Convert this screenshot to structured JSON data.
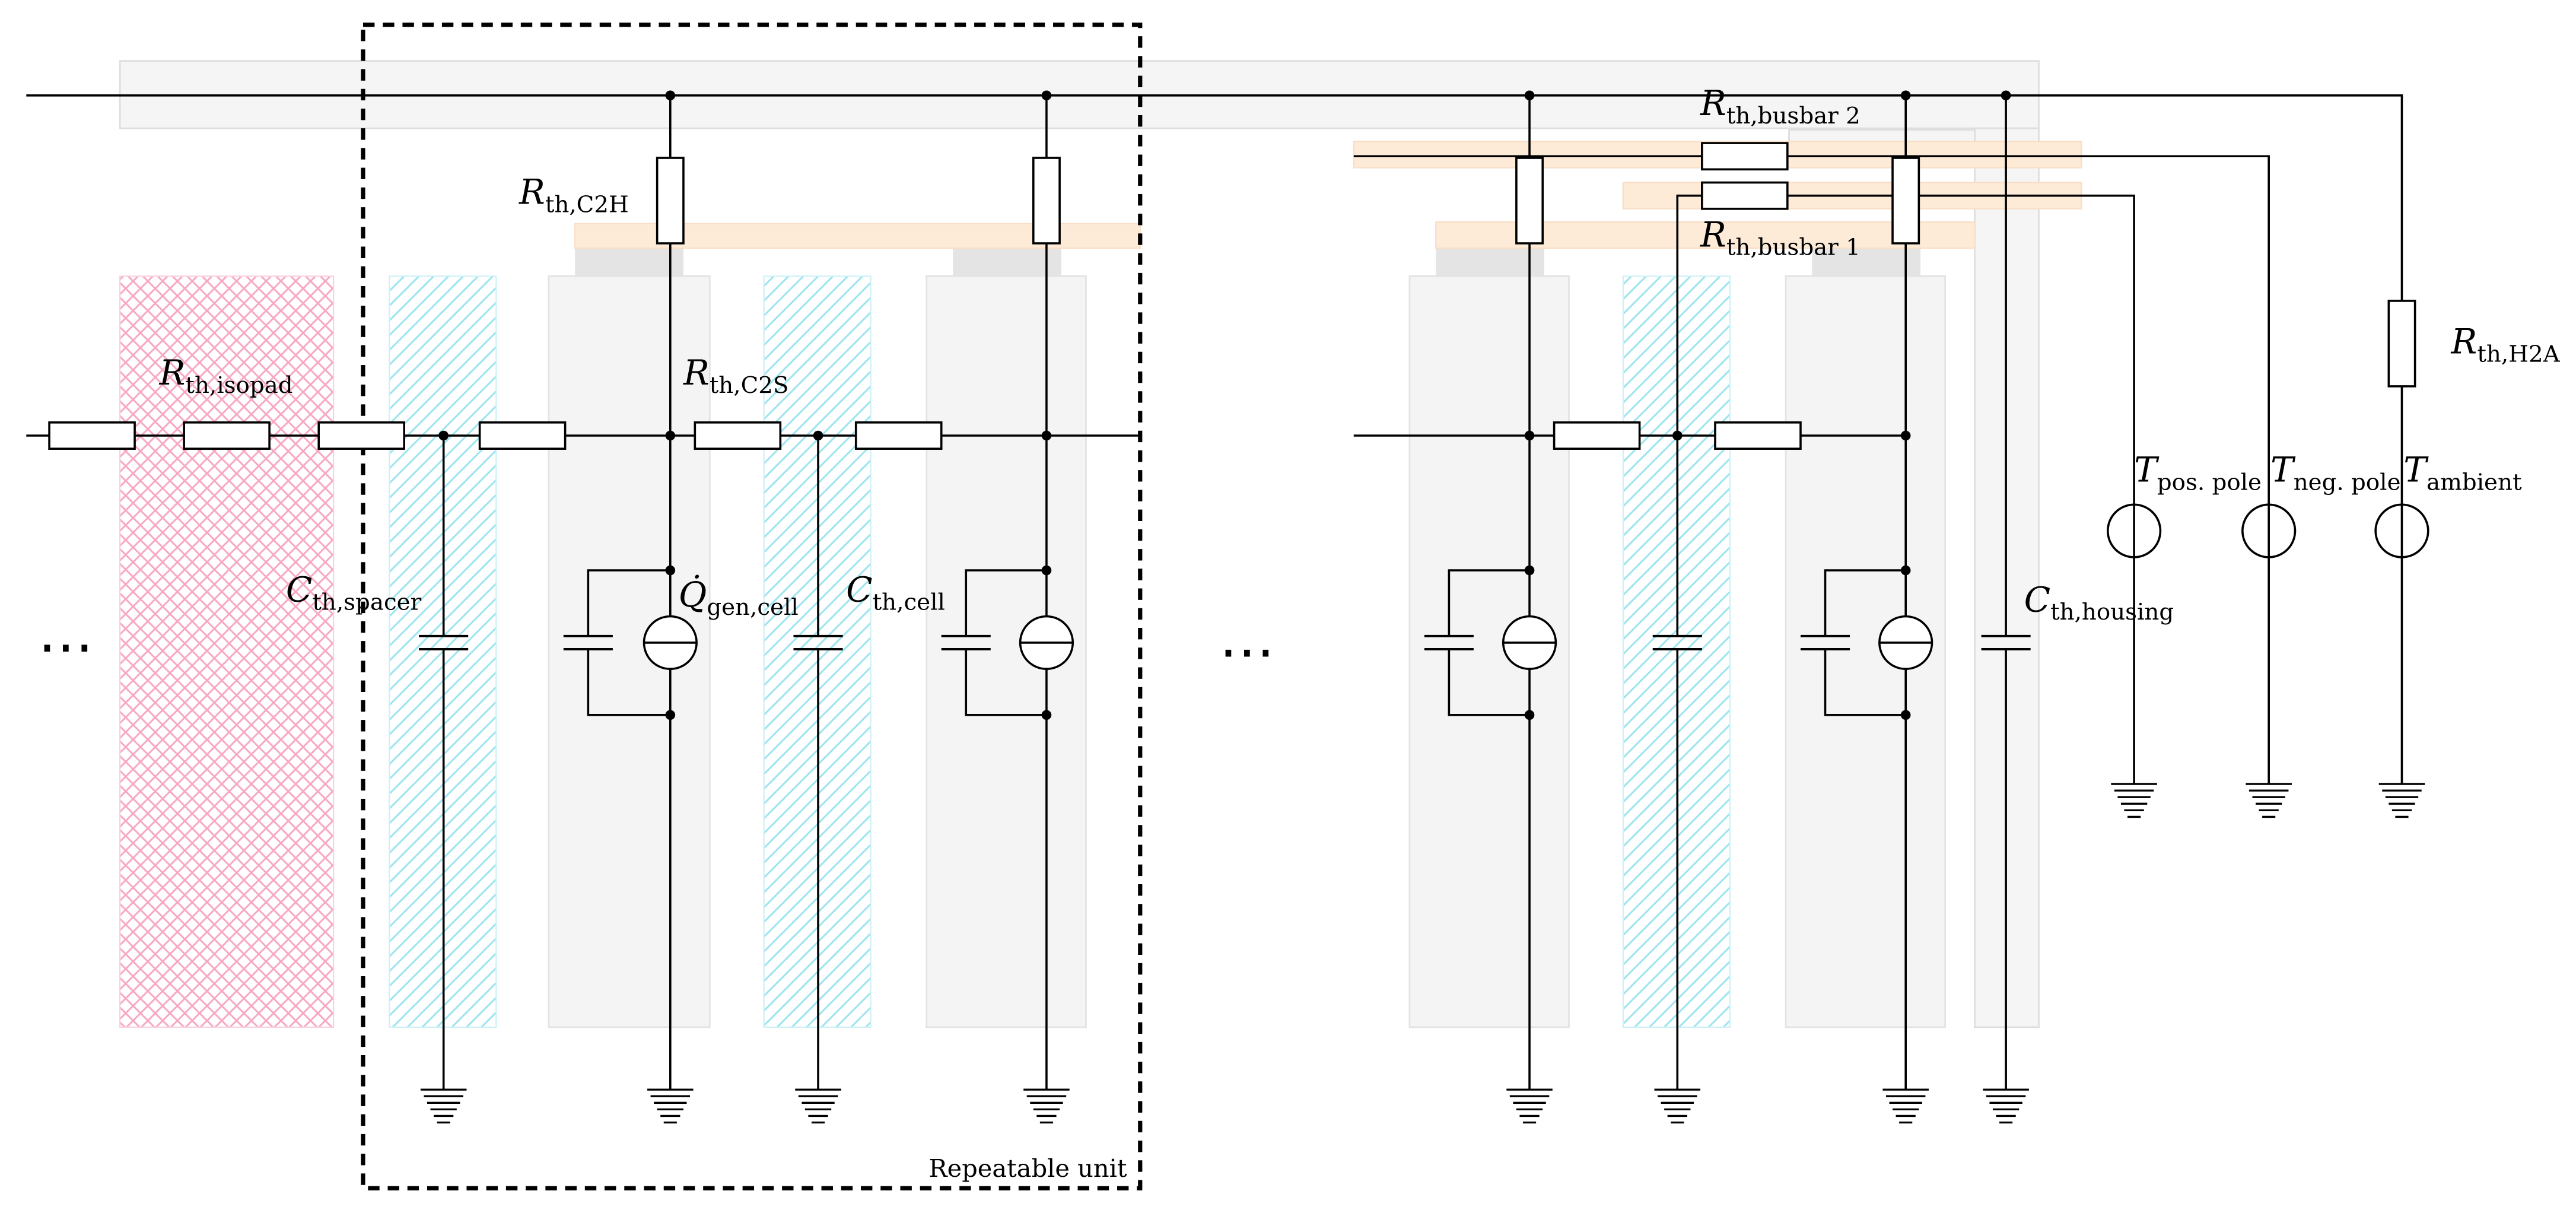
{
  "labels": {
    "r_isopad": {
      "symbol": "R",
      "sub": "th,isopad"
    },
    "r_c2h": {
      "symbol": "R",
      "sub": "th,C2H"
    },
    "r_c2s": {
      "symbol": "R",
      "sub": "th,C2S"
    },
    "c_spacer": {
      "symbol": "C",
      "sub": "th,spacer"
    },
    "q_gen_cell": {
      "symbol": "Q̇",
      "sub": "gen,cell"
    },
    "c_cell": {
      "symbol": "C",
      "sub": "th,cell"
    },
    "r_busbar_2": {
      "symbol": "R",
      "sub": "th,busbar 2"
    },
    "r_busbar_1": {
      "symbol": "R",
      "sub": "th,busbar 1"
    },
    "r_h2a": {
      "symbol": "R",
      "sub": "th,H2A"
    },
    "c_housing": {
      "symbol": "C",
      "sub": "th,housing"
    },
    "t_pos_pole": {
      "symbol": "T",
      "sub": "pos. pole"
    },
    "t_neg_pole": {
      "symbol": "T",
      "sub": "neg. pole"
    },
    "t_ambient": {
      "symbol": "T",
      "sub": "ambient"
    }
  },
  "repeatable_unit_caption": "Repeatable unit",
  "ellipsis_left": "⋯",
  "ellipsis_right": "⋯",
  "colors": {
    "wire": "#000000",
    "component_fill": "#ffffff",
    "isopad_hatch": "#f7a8c3",
    "isopad_stroke": "#f9d2df",
    "spacer_hatch": "#9ce4ef",
    "spacer_stroke": "#cdf1f6",
    "cell_fill": "#f4f4f4",
    "cell_stroke": "#e3e3e3",
    "terminal_fill": "#e4e4e4",
    "busbar_fill": "#fdebd8",
    "busbar_stroke": "#f9dec6",
    "housing_fill": "#f5f5f5",
    "housing_stroke": "#dedede"
  }
}
